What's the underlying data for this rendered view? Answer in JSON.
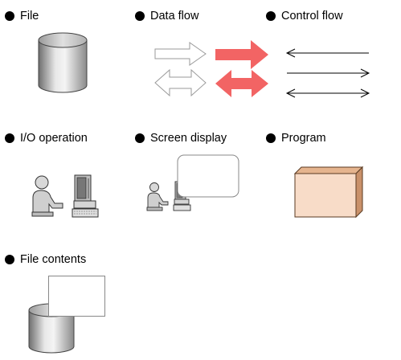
{
  "legend": {
    "file": {
      "label": "File"
    },
    "data_flow": {
      "label": "Data flow"
    },
    "control_flow": {
      "label": "Control flow"
    },
    "io_operation": {
      "label": "I/O operation"
    },
    "screen_display": {
      "label": "Screen display"
    },
    "program": {
      "label": "Program"
    },
    "file_contents": {
      "label": "File contents"
    }
  },
  "colors": {
    "data_flow_arrow": "#f26464",
    "program_box_fill": "#f8dcc8",
    "program_box_shade": "#d9a77e"
  }
}
